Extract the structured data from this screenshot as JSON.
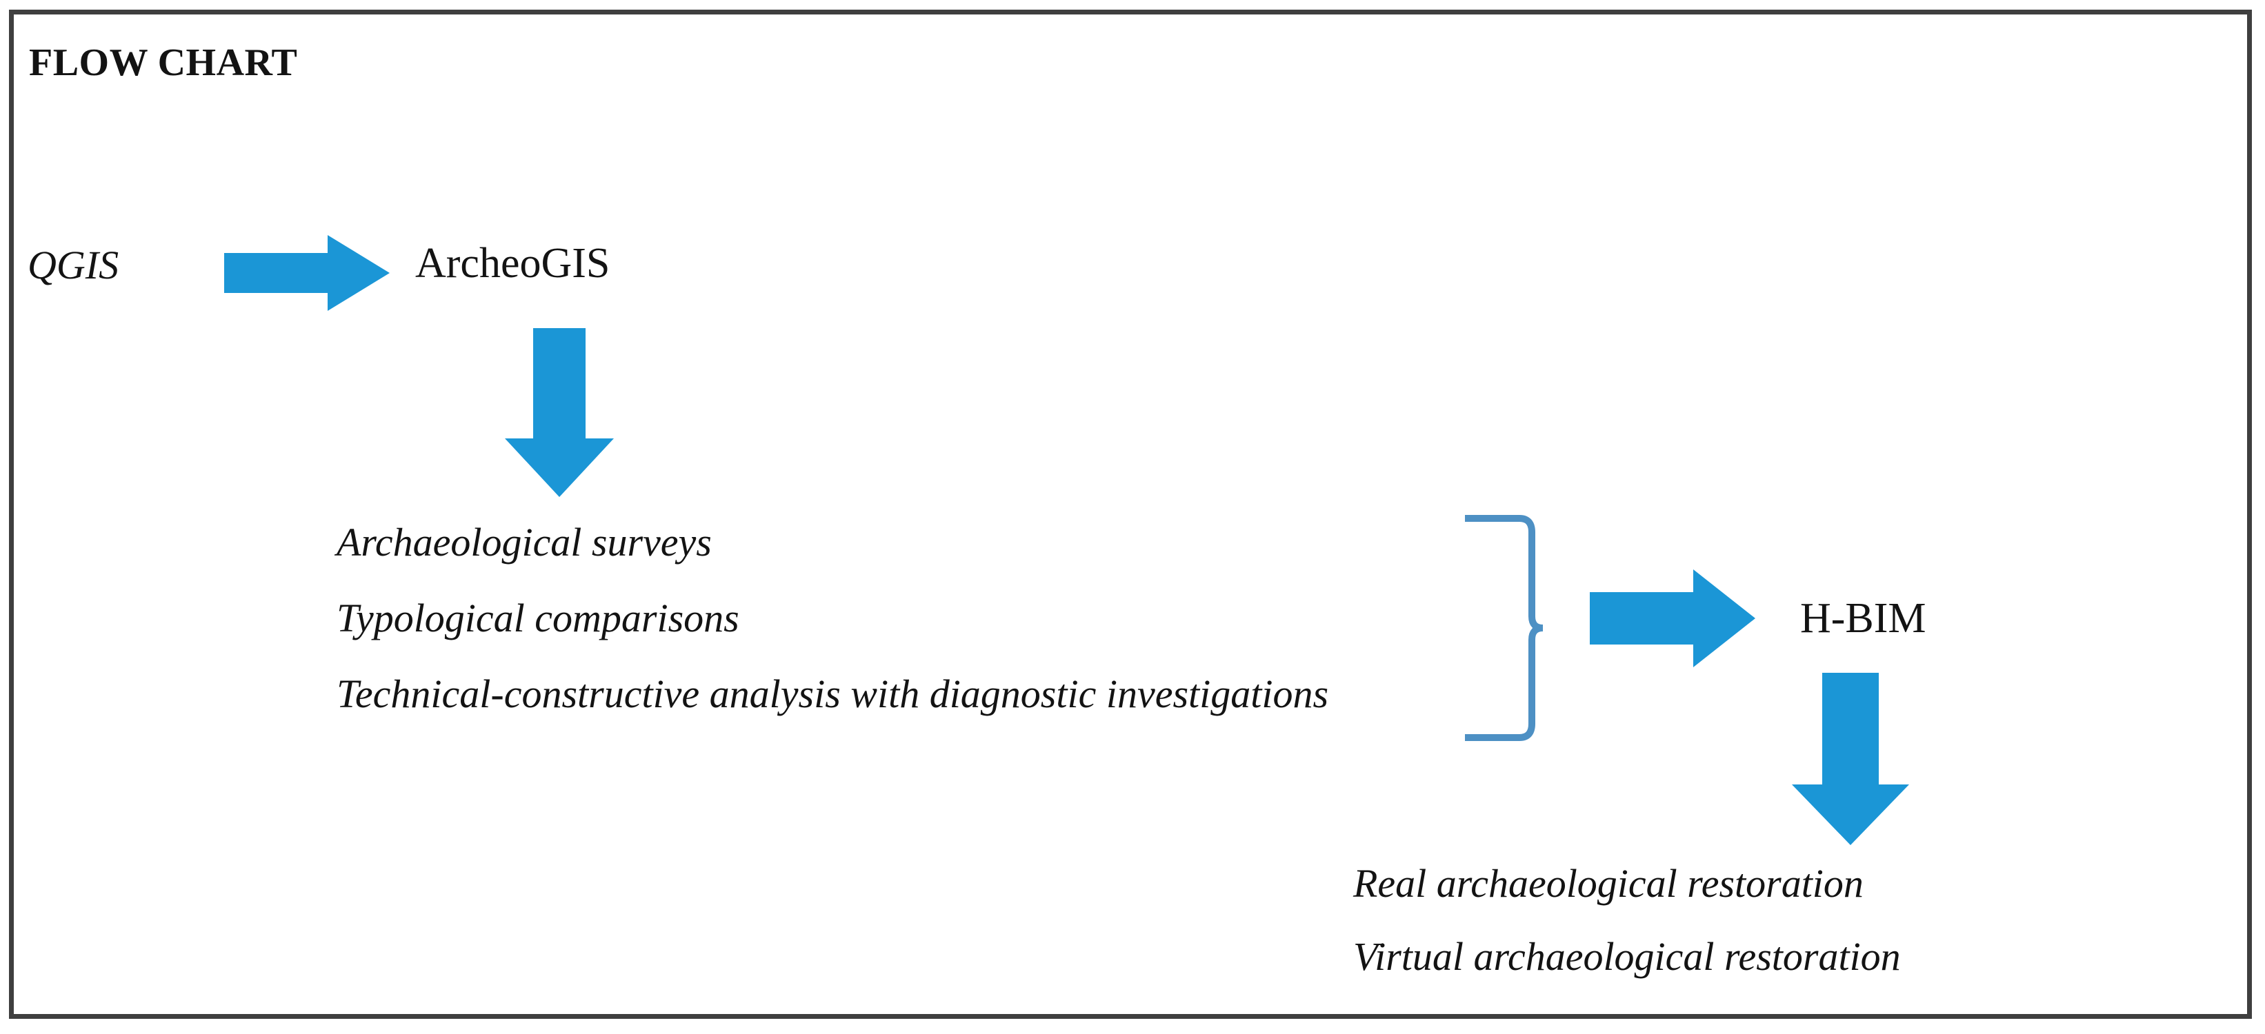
{
  "diagram": {
    "title": "FLOW CHART",
    "type": "flow-chart",
    "accent_color": "#1b96d6",
    "brace_color": "#4d90c4",
    "frame_color": "#3f3f3f",
    "text_color": "#131313",
    "background_color": "#ffffff",
    "nodes": {
      "source": "QGIS",
      "platform": "ArcheoGIS",
      "model": "H-BIM"
    },
    "analysis_items": [
      "Archaeological surveys",
      "Typological comparisons",
      "Technical-constructive analysis with diagnostic investigations"
    ],
    "outcome_items": [
      "Real archaeological restoration",
      "Virtual archaeological restoration"
    ],
    "connectors": [
      {
        "name": "qgis-to-archeogis",
        "direction": "right"
      },
      {
        "name": "archeogis-to-analysis",
        "direction": "down"
      },
      {
        "name": "analysis-brace",
        "direction": "brace-right"
      },
      {
        "name": "brace-to-hbim",
        "direction": "right"
      },
      {
        "name": "hbim-to-outcomes",
        "direction": "down"
      }
    ]
  }
}
